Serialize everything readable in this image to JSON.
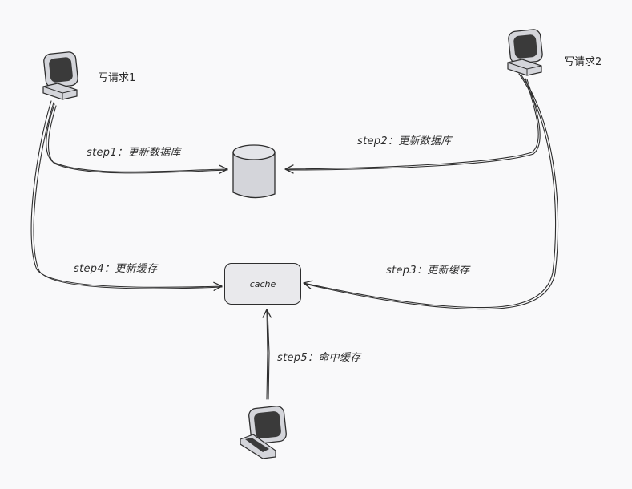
{
  "nodes": {
    "client1": {
      "label": "写请求1"
    },
    "client2": {
      "label": "写请求2"
    },
    "client3": {
      "label": ""
    },
    "database": {
      "label": ""
    },
    "cache": {
      "label": "cache"
    }
  },
  "edges": [
    {
      "id": "step1",
      "label": "step1：更新数据库",
      "from": "client1",
      "to": "database"
    },
    {
      "id": "step2",
      "label": "step2：更新数据库",
      "from": "client2",
      "to": "database"
    },
    {
      "id": "step3",
      "label": "step3：更新缓存",
      "from": "client2",
      "to": "cache"
    },
    {
      "id": "step4",
      "label": "step4：更新缓存",
      "from": "client1",
      "to": "cache"
    },
    {
      "id": "step5",
      "label": "step5：命中缓存",
      "from": "client3",
      "to": "cache"
    }
  ],
  "colors": {
    "stroke": "#2e2e2e",
    "fill": "#d4d5da",
    "screen": "#3a3a3a",
    "background": "#f9f9fa"
  }
}
